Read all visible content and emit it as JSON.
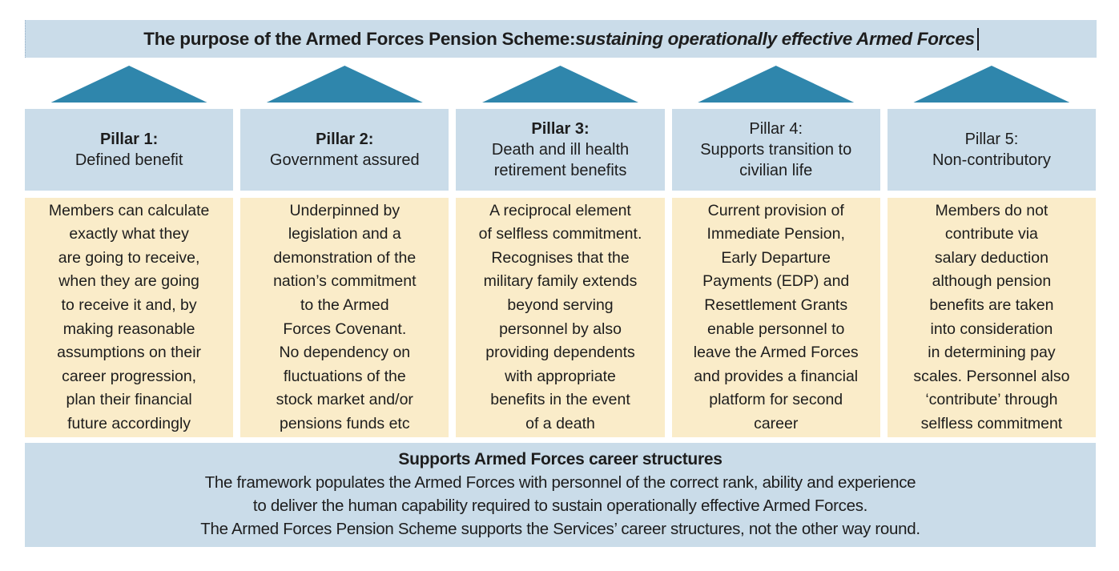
{
  "title": {
    "text_regular": "The purpose of the Armed Forces Pension Scheme: ",
    "text_italic": "sustaining operationally effective Armed Forces"
  },
  "pillars": [
    {
      "heading": "Pillar 1:",
      "subtitle": "Defined benefit",
      "body": "Members can calculate\nexactly what they\nare going to receive,\nwhen they are going\nto receive it and, by\nmaking reasonable\nassumptions on their\ncareer progression,\nplan their financial\nfuture accordingly"
    },
    {
      "heading": "Pillar 2:",
      "subtitle": "Government assured",
      "body": "Underpinned by\nlegislation and a\ndemonstration of the\nnation’s commitment\nto the Armed\nForces Covenant.\nNo dependency on\nfluctuations of the\nstock market and/or\npensions funds etc"
    },
    {
      "heading": "Pillar 3:",
      "subtitle": "Death and ill health\nretirement benefits",
      "body": "A reciprocal element\nof selfless commitment.\nRecognises that the\nmilitary family extends\nbeyond serving\npersonnel by also\nproviding dependents\nwith appropriate\nbenefits in the event\nof a death"
    },
    {
      "heading": "Pillar 4:",
      "subtitle": "Supports transition to\ncivilian life",
      "body": "Current provision of\nImmediate Pension,\nEarly Departure\nPayments (EDP) and\nResettlement Grants\nenable personnel to\nleave the Armed Forces\nand provides a financial\nplatform for second\ncareer"
    },
    {
      "heading": "Pillar 5:",
      "subtitle": "Non-contributory",
      "body": "Members do not\ncontribute via\nsalary deduction\nalthough pension\nbenefits are taken\ninto consideration\nin determining pay\nscales. Personnel also\n‘contribute’ through\nselfless commitment"
    }
  ],
  "footer": {
    "heading": "Supports Armed Forces career structures",
    "body": "The framework populates the Armed Forces with personnel of the correct rank, ability and experience\nto deliver the human capability required to sustain operationally effective Armed Forces.\nThe Armed Forces Pension Scheme supports the Services’ career structures, not the other way round."
  },
  "colors": {
    "panel_blue": "#CADCE9",
    "body_cream": "#FAECC9",
    "arrow_teal": "#2F86AC",
    "text_dark": "#1D1D1D"
  }
}
